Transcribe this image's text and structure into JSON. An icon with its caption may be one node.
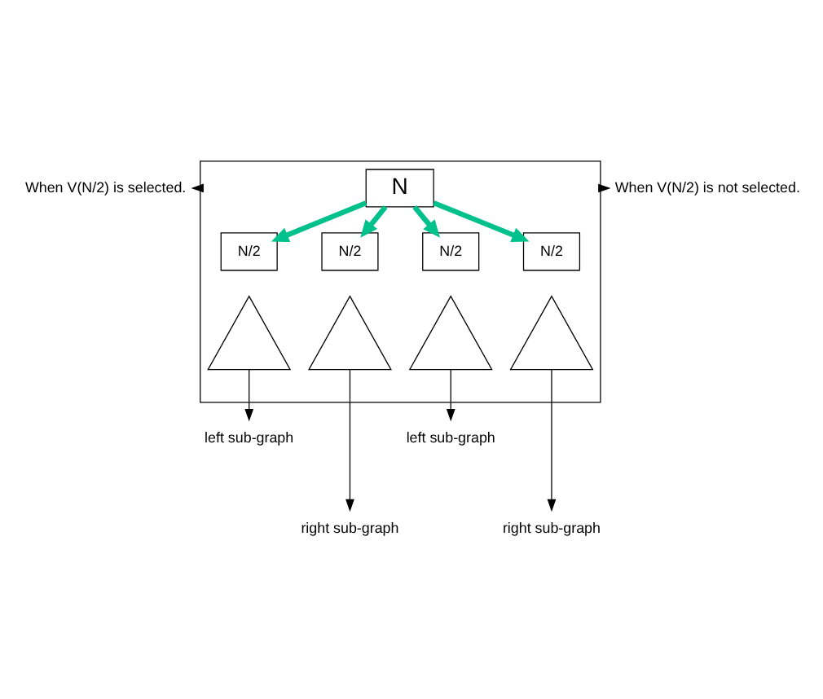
{
  "diagram": {
    "nodes": [
      {
        "text": [],
        "shape": "triangle"
      },
      {
        "text": [
          "N"
        ],
        "in": 0
      },
      {
        "text": [
          "When V(N/2) is selected."
        ]
      },
      {
        "text": [
          "When V(N/2) is not selected."
        ]
      },
      {
        "text": [
          "N/2"
        ],
        "in": 0
      },
      {
        "text": [
          "N/2"
        ],
        "in": 0
      },
      {
        "text": [
          "N/2"
        ],
        "in": 0
      },
      {
        "text": [
          "N/2"
        ],
        "in": 0
      },
      {
        "text": [],
        "shape": "triangle",
        "in": 0
      },
      {
        "text": [],
        "shape": "triangle",
        "in": 0
      },
      {
        "text": [],
        "shape": "triangle",
        "in": 0
      },
      {
        "text": [],
        "shape": "triangle",
        "in": 0
      },
      {
        "text": [
          "left sub-graph"
        ]
      },
      {
        "text": [
          "left sub-graph"
        ]
      },
      {
        "text": [
          "right sub-graph"
        ]
      },
      {
        "text": [
          "right sub-graph"
        ]
      }
    ],
    "edges": [
      {
        "from": 1,
        "to": 4,
        "arrow": "to",
        "style": "thick",
        "color": "#00c08b"
      },
      {
        "from": 1,
        "to": 5,
        "arrow": "to",
        "style": "thick",
        "color": "#00c08b"
      },
      {
        "from": 1,
        "to": 6,
        "arrow": "to",
        "style": "thick",
        "color": "#00c08b"
      },
      {
        "from": 1,
        "to": 7,
        "arrow": "to",
        "style": "thick",
        "color": "#00c08b"
      },
      {
        "from": 0,
        "to": 2,
        "arrow": "to"
      },
      {
        "from": 0,
        "to": 3,
        "arrow": "to"
      },
      {
        "from": 8,
        "to": 12,
        "arrow": "to",
        "color": "#000000"
      },
      {
        "from": 9,
        "to": 14,
        "arrow": "to",
        "color": "#000000"
      },
      {
        "from": 10,
        "to": 13,
        "arrow": "to",
        "color": "#000000"
      },
      {
        "from": 11,
        "to": 15,
        "arrow": "to",
        "color": "#000000"
      }
    ]
  }
}
